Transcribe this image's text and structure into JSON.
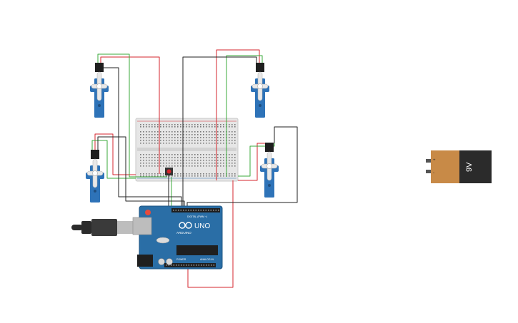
{
  "board": {
    "label_uno": "UNO",
    "label_arduino": "ARDUINO",
    "label_digital": "DIGITAL (PWM ~)",
    "label_power": "POWER",
    "label_analog": "ANALOG IN"
  },
  "battery": {
    "label": "9V",
    "plus": "+",
    "minus": "-"
  },
  "colors": {
    "wire_red": "#d4262c",
    "wire_green": "#3aa83a",
    "wire_black": "#222222",
    "servo_blue": "#2e73b8",
    "board_blue": "#2a6ea6",
    "battery_orange": "#c88a47",
    "battery_black": "#2b2b2b"
  },
  "icons": {
    "servo": "servo-motor-icon",
    "usb": "usb-plug-icon",
    "button": "push-button-icon"
  }
}
